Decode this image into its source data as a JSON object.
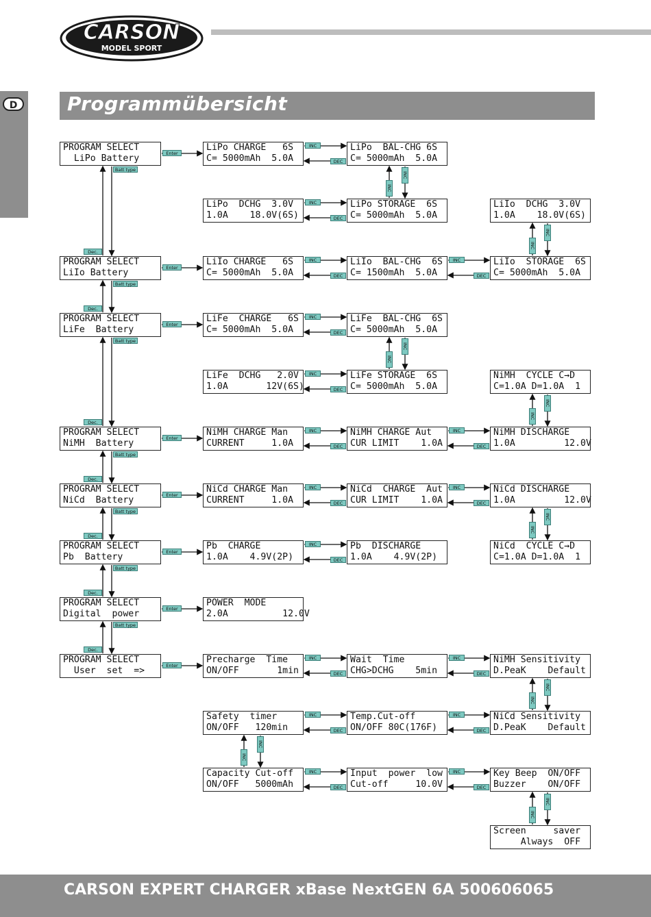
{
  "header": {
    "logo_main": "CARSON",
    "logo_sub": "MODEL SPORT",
    "section_badge": "D",
    "title": "Programmübersicht"
  },
  "footer": {
    "text": "CARSON EXPERT CHARGER xBase NextGEN 6A 500606065"
  },
  "labels": {
    "enter": "Enter",
    "batt_type": "Batt type",
    "dec_small": "Dec.",
    "inc": "INC",
    "dec": "DEC"
  },
  "screens": {
    "sel_lipo": [
      "PROGRAM SELECT",
      "  LiPo Battery"
    ],
    "lipo_charge": [
      "LiPo CHARGE   6S",
      "C= 5000mAh  5.0A"
    ],
    "lipo_bal": [
      "LiPo  BAL-CHG 6S",
      "C= 5000mAh  5.0A"
    ],
    "lipo_dchg": [
      "LiPo  DCHG  3.0V",
      "1.0A    18.0V(6S)"
    ],
    "lipo_storage": [
      "LiPo STORAGE  6S",
      "C= 5000mAh  5.0A"
    ],
    "lilo_dchg": [
      "LiIo  DCHG  3.0V",
      "1.0A    18.0V(6S)"
    ],
    "sel_lilo": [
      "PROGRAM SELECT",
      "LiIo Battery"
    ],
    "lilo_charge": [
      "LiIo CHARGE   6S",
      "C= 5000mAh  5.0A"
    ],
    "lilo_bal": [
      "LiIo  BAL-CHG  6S",
      "C= 1500mAh  5.0A"
    ],
    "lilo_storage": [
      "LiIo  STORAGE  6S",
      "C= 5000mAh  5.0A"
    ],
    "sel_life": [
      "PROGRAM SELECT",
      "LiFe  Battery"
    ],
    "life_charge": [
      "LiFe  CHARGE   6S",
      "C= 5000mAh  5.0A"
    ],
    "life_bal": [
      "LiFe  BAL-CHG  6S",
      "C= 5000mAh  5.0A"
    ],
    "life_dchg": [
      "LiFe  DCHG   2.0V",
      "1.0A       12V(6S)"
    ],
    "life_storage": [
      "LiFe STORAGE  6S",
      "C= 5000mAh  5.0A"
    ],
    "nimh_cycle": [
      "NiMH  CYCLE C→D",
      "C=1.0A D=1.0A  1"
    ],
    "sel_nimh": [
      "PROGRAM SELECT",
      "NiMH  Battery"
    ],
    "nimh_charge_man": [
      "NiMH CHARGE Man",
      "CURRENT     1.0A"
    ],
    "nimh_charge_aut": [
      "NiMH CHARGE Aut",
      "CUR LIMIT    1.0A"
    ],
    "nimh_discharge": [
      "NiMH DISCHARGE",
      "1.0A         12.0V"
    ],
    "sel_nicd": [
      "PROGRAM SELECT",
      "NiCd  Battery"
    ],
    "nicd_charge_man": [
      "NiCd CHARGE Man",
      "CURRENT     1.0A"
    ],
    "nicd_charge_aut": [
      "NiCd  CHARGE  Aut",
      "CUR LIMIT    1.0A"
    ],
    "nicd_discharge": [
      "NiCd DISCHARGE",
      "1.0A         12.0V"
    ],
    "sel_pb": [
      "PROGRAM SELECT",
      "Pb  Battery"
    ],
    "pb_charge": [
      "Pb  CHARGE",
      "1.0A    4.9V(2P)"
    ],
    "pb_discharge": [
      "Pb  DISCHARGE",
      "1.0A    4.9V(2P)"
    ],
    "nicd_cycle": [
      "NiCd  CYCLE C→D",
      "C=1.0A D=1.0A  1"
    ],
    "sel_digital": [
      "PROGRAM SELECT",
      "Digital  power"
    ],
    "power_mode": [
      "POWER  MODE",
      "2.0A          12.0V"
    ],
    "sel_user": [
      "PROGRAM SELECT",
      "  User  set  =>"
    ],
    "precharge": [
      "Precharge  Time",
      "ON/OFF       1min"
    ],
    "wait_time": [
      "Wait  Time",
      "CHG>DCHG    5min"
    ],
    "nimh_sens": [
      "NiMH Sensitivity",
      "D.PeaK    Default"
    ],
    "safety": [
      "Safety  timer",
      "ON/OFF   120min"
    ],
    "temp_cut": [
      "Temp.Cut-off",
      "ON/OFF 80C(176F)"
    ],
    "nicd_sens": [
      "NiCd Sensitivity",
      "D.PeaK    Default"
    ],
    "capacity": [
      "Capacity Cut-off",
      "ON/OFF   5000mAh"
    ],
    "input_low": [
      "Input  power  low",
      "Cut-off     10.0V"
    ],
    "key_beep": [
      "Key Beep  ON/OFF",
      "Buzzer    ON/OFF"
    ],
    "screen_saver": [
      "Screen     saver",
      "     Always  OFF"
    ]
  }
}
